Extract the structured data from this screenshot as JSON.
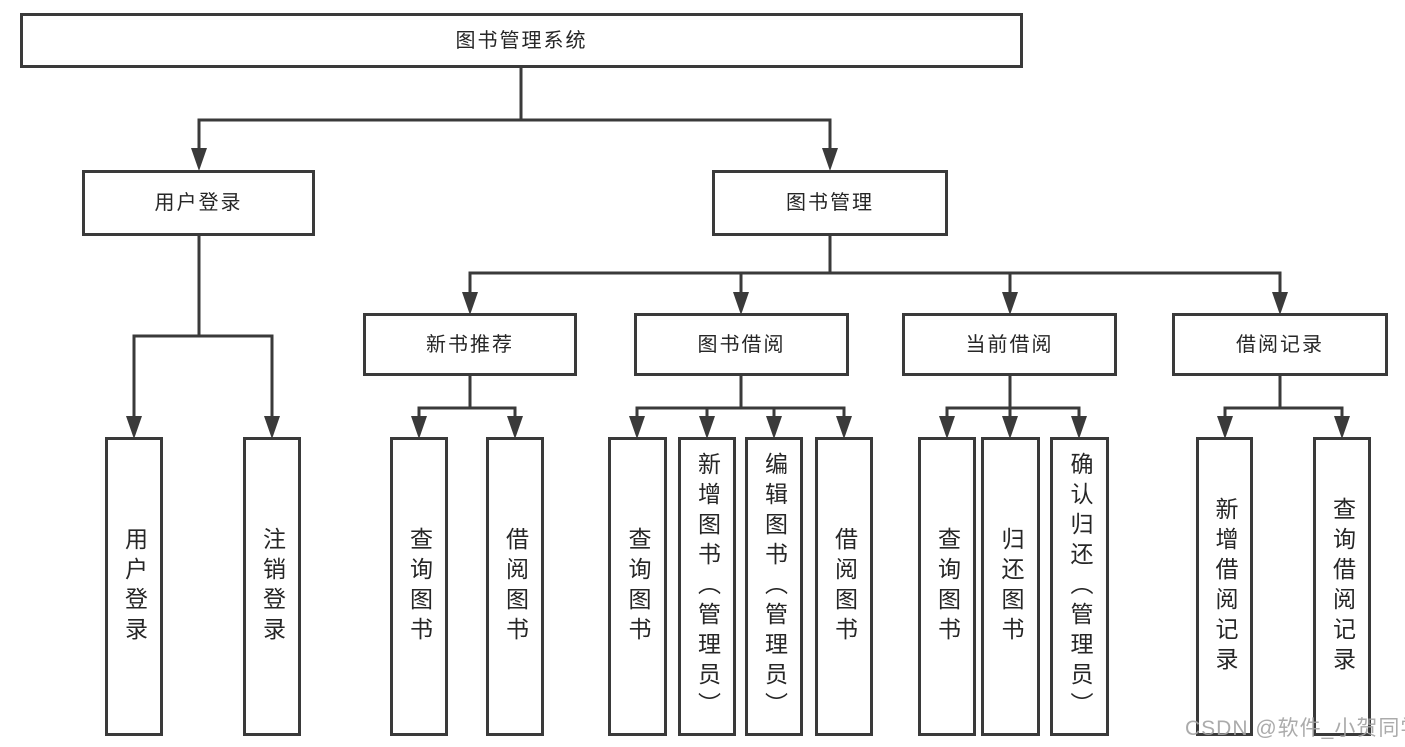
{
  "diagram": {
    "root": "图书管理系统",
    "level2": [
      "用户登录",
      "图书管理"
    ],
    "level3": [
      "新书推荐",
      "图书借阅",
      "当前借阅",
      "借阅记录"
    ],
    "leaves": {
      "login": [
        "用户登录",
        "注销登录"
      ],
      "recommend": [
        "查询图书",
        "借阅图书"
      ],
      "borrow": [
        "查询图书",
        "新增图书（管理员）",
        "编辑图书（管理员）",
        "借阅图书"
      ],
      "current": [
        "查询图书",
        "归还图书",
        "确认归还（管理员）"
      ],
      "records": [
        "新增借阅记录",
        "查询借阅记录"
      ]
    }
  },
  "watermark": "CSDN @软件_小贺同学",
  "colors": {
    "line": "#3a3a3a",
    "text": "#262626",
    "background": "#ffffff",
    "watermark": "#a3a3a3"
  }
}
